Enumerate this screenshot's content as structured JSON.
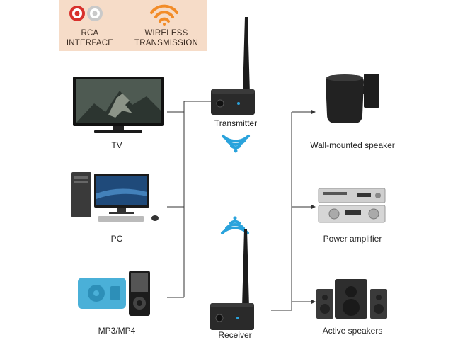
{
  "banner": {
    "rca_label": "RCA\nINTERFACE",
    "wireless_label": "WIRELESS\nTRANSMISSION",
    "background": "#f6dcc8",
    "rca_colors": {
      "red": "#d8312c",
      "white": "#e4e4e4"
    },
    "wifi_color": "#f28c28"
  },
  "sources": {
    "tv_label": "TV",
    "pc_label": "PC",
    "mp3_label": "MP3/MP4"
  },
  "devices": {
    "transmitter_label": "Transmitter",
    "receiver_label": "Receiver",
    "signal_color": "#2aa3dc"
  },
  "outputs": {
    "wall_speaker_label": "Wall-mounted speaker",
    "amplifier_label": "Power amplifier",
    "active_speakers_label": "Active speakers"
  }
}
